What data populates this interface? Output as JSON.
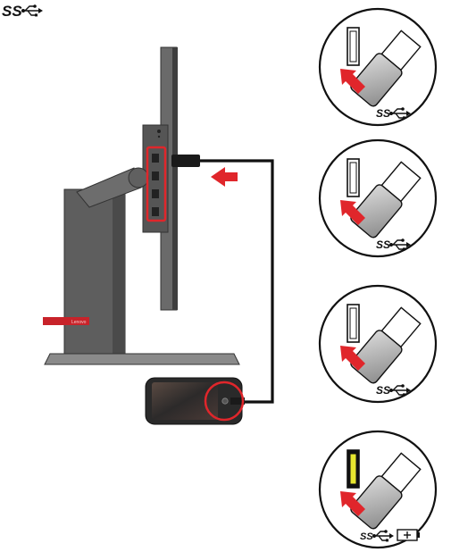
{
  "header": {
    "ss_label": "SS"
  },
  "monitor": {
    "brand": "Lenovo"
  },
  "ports": [
    {
      "ss_label": "SS",
      "port_color": "#ffffff",
      "charging": false
    },
    {
      "ss_label": "SS",
      "port_color": "#ffffff",
      "charging": false
    },
    {
      "ss_label": "SS",
      "port_color": "#ffffff",
      "charging": false
    },
    {
      "ss_label": "SS",
      "port_color": "#e7e62f",
      "charging": true
    }
  ],
  "colors": {
    "highlight": "#e0262b",
    "arrow": "#e0262b",
    "cable": "#111111",
    "monitor_body": "#5e5e5e",
    "brand_bar": "#c8232a"
  }
}
